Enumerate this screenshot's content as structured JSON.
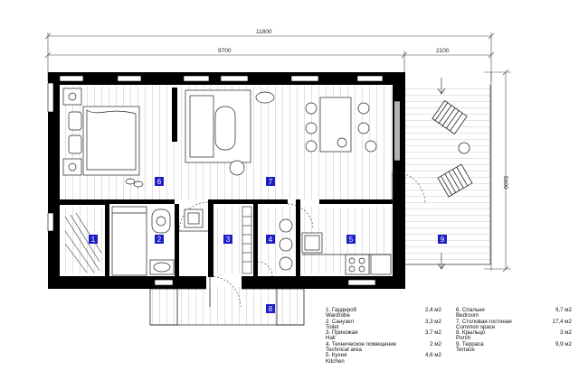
{
  "dimensions": {
    "total": "11800",
    "main": "9700",
    "terrace": "2100",
    "depth": "5900"
  },
  "room_numbers": [
    "1",
    "2",
    "3",
    "4",
    "5",
    "6",
    "7",
    "8",
    "9"
  ],
  "accent_color": "#1e1ec8",
  "legend": {
    "left": [
      {
        "name": "1. Гардероб",
        "area": "2,4 м2",
        "en": "Wardrobe"
      },
      {
        "name": "2. Санузел",
        "area": "3,3 м2",
        "en": "Toilet"
      },
      {
        "name": "3. Прихожая",
        "area": "3,7 м2",
        "en": "Hall"
      },
      {
        "name": "4. Техническое помещение",
        "area": "2 м2",
        "en": "Technical area"
      },
      {
        "name": "5. Кухня",
        "area": "4,6 м2",
        "en": "Kitchen"
      }
    ],
    "right": [
      {
        "name": "6. Спальня",
        "area": "9,7 м2",
        "en": "Bedroom"
      },
      {
        "name": "7. Столовая-гостиная",
        "area": "17,4 м2",
        "en": "Common space"
      },
      {
        "name": "8. Крыльцо",
        "area": "3 м2",
        "en": "Porch"
      },
      {
        "name": "9. Терраса",
        "area": "9,9 м2",
        "en": "Terrace"
      }
    ]
  }
}
